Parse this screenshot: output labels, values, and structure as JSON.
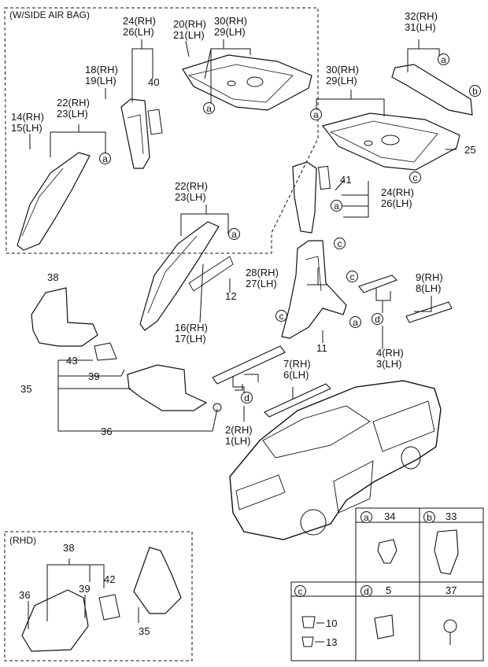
{
  "boxes": {
    "side_air_bag": "(W/SIDE AIR BAG)",
    "rhd": "(RHD)"
  },
  "labels": {
    "l24_26": [
      "24(RH)",
      "26(LH)"
    ],
    "l20_21": [
      "20(RH)",
      "21(LH)"
    ],
    "l30_29_top": [
      "30(RH)",
      "29(LH)"
    ],
    "l32_31": [
      "32(RH)",
      "31(LH)"
    ],
    "l18_19": [
      "18(RH)",
      "19(LH)"
    ],
    "l40": "40",
    "l22_23_top": [
      "22(RH)",
      "23(LH)"
    ],
    "l14_15": [
      "14(RH)",
      "15(LH)"
    ],
    "l30_29_mid": [
      "30(RH)",
      "29(LH)"
    ],
    "l25": "25",
    "l41": "41",
    "l24_26_mid": [
      "24(RH)",
      "26(LH)"
    ],
    "l22_23_mid": [
      "22(RH)",
      "23(LH)"
    ],
    "l28_27": [
      "28(RH)",
      "27(LH)"
    ],
    "l9_8": [
      "9(RH)",
      "8(LH)"
    ],
    "l38": "38",
    "l12": "12",
    "l16_17": [
      "16(RH)",
      "17(LH)"
    ],
    "l11": "11",
    "l4_3": [
      "4(RH)",
      "3(LH)"
    ],
    "l43": "43",
    "l39": "39",
    "l7_6": [
      "7(RH)",
      "6(LH)"
    ],
    "l35": "35",
    "l36": "36",
    "l2_1": [
      "2(RH)",
      "1(LH)"
    ],
    "rhd_38": "38",
    "rhd_36": "36",
    "rhd_39": "39",
    "rhd_42": "42",
    "rhd_35": "35"
  },
  "callouts": {
    "a": "a",
    "b": "b",
    "c": "c",
    "d": "d"
  },
  "legend": {
    "a_num": "34",
    "b_num": "33",
    "d_num": "5",
    "plain_num": "37",
    "c_items": [
      "10",
      "13"
    ]
  }
}
